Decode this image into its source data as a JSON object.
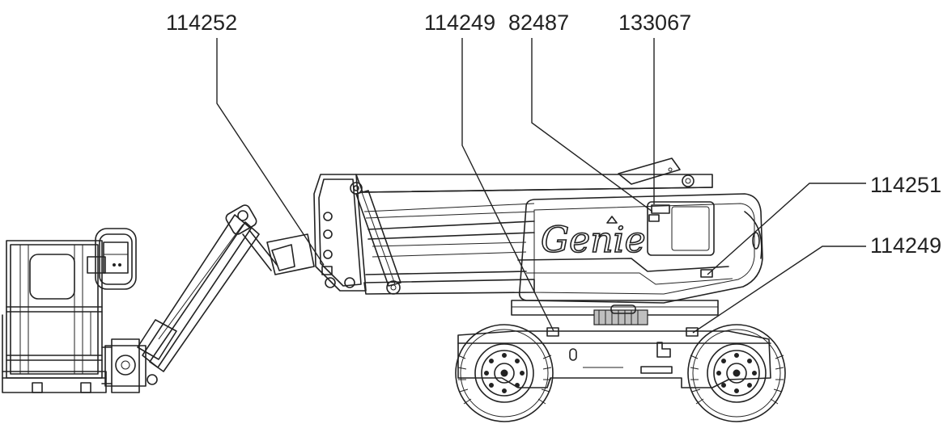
{
  "callouts": [
    {
      "id": "decal-a",
      "label": "114252"
    },
    {
      "id": "decal-b",
      "label": "114249"
    },
    {
      "id": "decal-c",
      "label": "82487"
    },
    {
      "id": "decal-d",
      "label": "133067"
    },
    {
      "id": "decal-e",
      "label": "114251"
    },
    {
      "id": "decal-f",
      "label": "114249"
    }
  ],
  "brand": {
    "logo_text": "Genie"
  },
  "colors": {
    "line": "#222222",
    "fill": "#ffffff",
    "shade": "#bfbfbf"
  }
}
